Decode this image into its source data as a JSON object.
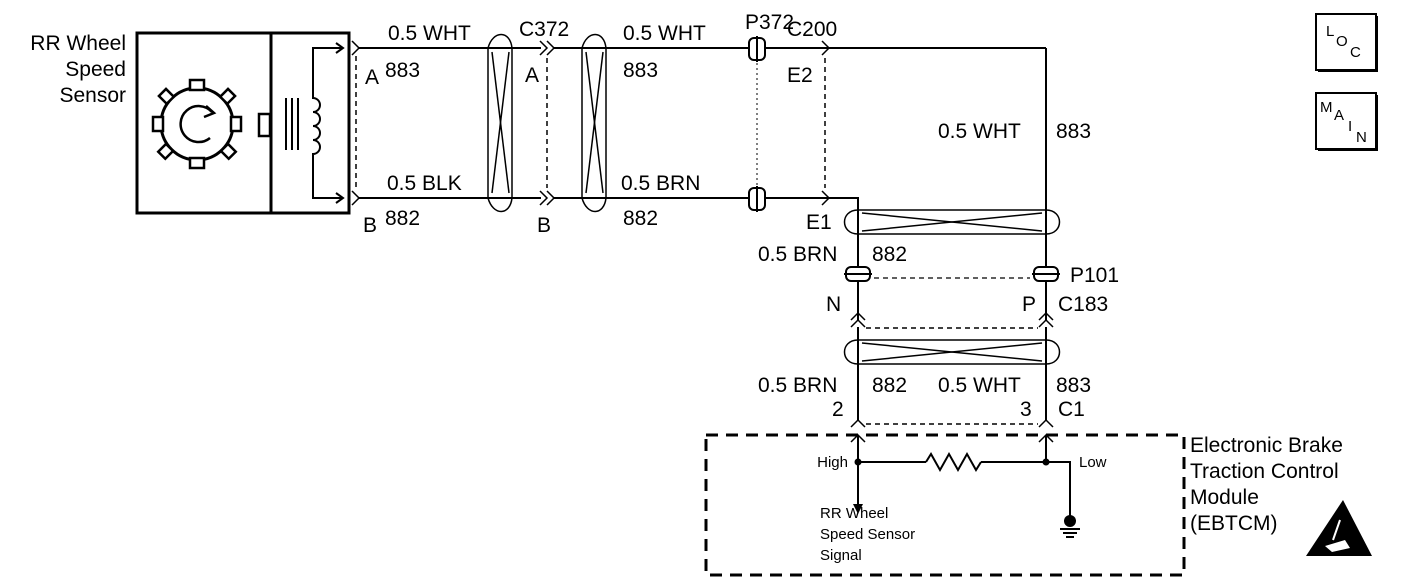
{
  "sensor": {
    "title_line1": "RR Wheel",
    "title_line2": "Speed",
    "title_line3": "Sensor"
  },
  "icons": {
    "loc": {
      "a": "L",
      "b": "O",
      "c": "C"
    },
    "main": {
      "a": "M",
      "b": "A",
      "c": "I",
      "d": "N"
    }
  },
  "wires": {
    "seg1_top_label": "0.5 WHT",
    "seg1_top_circuit": "883",
    "seg1_bot_label": "0.5 BLK",
    "seg1_bot_circuit": "882",
    "seg2_top_label": "0.5 WHT",
    "seg2_top_circuit": "883",
    "seg2_bot_label": "0.5 BRN",
    "seg2_bot_circuit": "882",
    "right_vert_label": "0.5 WHT",
    "right_vert_circuit": "883",
    "mid_left_label": "0.5 BRN",
    "mid_left_circuit": "882",
    "low_left_label": "0.5 BRN",
    "low_left_circuit": "882",
    "low_right_label": "0.5 WHT",
    "low_right_circuit": "883"
  },
  "connectors": {
    "sensor_pin_a": "A",
    "sensor_pin_b": "B",
    "c372": "C372",
    "c372_pin_a": "A",
    "c372_pin_b": "B",
    "p372": "P372",
    "c200": "C200",
    "c200_pin_e2": "E2",
    "c200_pin_e1": "E1",
    "p101": "P101",
    "c183": "C183",
    "c183_pin_n": "N",
    "c183_pin_p": "P",
    "c1": "C1",
    "c1_pin_2": "2",
    "c1_pin_3": "3"
  },
  "module": {
    "title_line1": "Electronic Brake",
    "title_line2": "Traction Control",
    "title_line3": "Module",
    "title_line4": "(EBTCM)",
    "high": "High",
    "low": "Low",
    "signal_line1": "RR Wheel",
    "signal_line2": "Speed Sensor",
    "signal_line3": "Signal"
  }
}
